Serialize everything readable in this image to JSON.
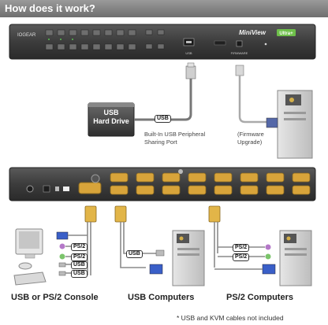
{
  "header": {
    "title": "How does it work?"
  },
  "front_panel": {
    "brand": "IOGEAR",
    "product": "MiniView",
    "product_variant": "Ultra+",
    "port_labels": [
      "USB",
      "FIRMWARE"
    ]
  },
  "hard_drive": {
    "line1": "USB",
    "line2": "Hard Drive"
  },
  "labels": {
    "usb_cable_tag": "USB",
    "peripheral_line1": "Built-In USB Peripheral",
    "peripheral_line2": "Sharing Port",
    "firmware_line1": "(Firmware",
    "firmware_line2": "Upgrade)"
  },
  "console_tags": [
    "PS/2",
    "PS/2",
    "USB",
    "USB"
  ],
  "usb_computer_tag": "USB",
  "ps2_computer_tags": [
    "PS/2",
    "PS/2"
  ],
  "sections": {
    "console": "USB or PS/2 Console",
    "usb_computers": "USB Computers",
    "ps2_computers": "PS/2 Computers"
  },
  "footnote": "* USB and KVM cables not included",
  "colors": {
    "panel": "#3c3c3c",
    "port_gold": "#d8a43a",
    "cable": "#888888",
    "ps2_green": "#7bc46b",
    "ps2_purple": "#b478c8",
    "vga_blue": "#3a5fc8"
  }
}
